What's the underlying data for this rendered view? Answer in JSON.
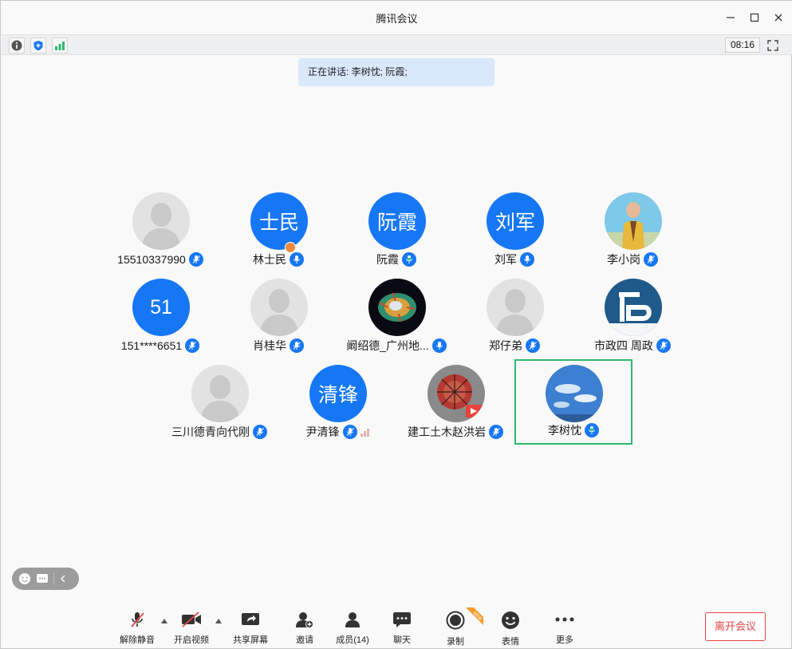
{
  "window": {
    "title": "腾讯会议",
    "minimize_glyph": "—",
    "maximize_glyph": "☐",
    "close_glyph": "✕"
  },
  "infobar": {
    "timer": "08:16",
    "icons": [
      "info-icon",
      "shield-icon",
      "signal-icon"
    ],
    "fullscreen_icon": "fullscreen-icon"
  },
  "speaking": {
    "text": "正在讲话: 李树忱; 阮霞;"
  },
  "participants": [
    {
      "name": "15510337990",
      "avatar": "default",
      "mic": "muted"
    },
    {
      "name": "林士民",
      "avatar": "text",
      "avatar_text": "士民",
      "mic": "muted",
      "host": true
    },
    {
      "name": "阮霞",
      "avatar": "text",
      "avatar_text": "阮霞",
      "mic": "active"
    },
    {
      "name": "刘军",
      "avatar": "text",
      "avatar_text": "刘军",
      "mic": "muted"
    },
    {
      "name": "李小岗",
      "avatar": "photo",
      "mic": "muted"
    },
    {
      "name": "151****6651",
      "avatar": "text",
      "avatar_text": "51",
      "mic": "muted"
    },
    {
      "name": "肖桂华",
      "avatar": "default",
      "mic": "muted"
    },
    {
      "name": "阚绍德_广州地...",
      "avatar": "photo",
      "mic": "muted"
    },
    {
      "name": "郑仔弟",
      "avatar": "default",
      "mic": "muted"
    },
    {
      "name": "市政四 周政",
      "avatar": "photo",
      "mic": "muted"
    },
    {
      "name": "三川德青向代刚",
      "avatar": "default",
      "mic": "muted"
    },
    {
      "name": "尹清锋",
      "avatar": "text",
      "avatar_text": "清锋",
      "mic": "muted",
      "signal": true
    },
    {
      "name": "建工土木赵洪岩",
      "avatar": "photo",
      "mic": "muted"
    },
    {
      "name": "李树忱",
      "avatar": "photo",
      "mic": "active",
      "active": true
    }
  ],
  "toolbar": {
    "unmute": "解除静音",
    "start_video": "开启视频",
    "share_screen": "共享屏幕",
    "invite": "邀请",
    "members": "成员(14)",
    "chat": "聊天",
    "record": "录制",
    "reactions": "表情",
    "more": "更多",
    "leave": "离开会议",
    "new_badge": "NEW"
  },
  "colors": {
    "accent": "#1677f5",
    "active_border": "#2fb86e",
    "leave": "#e54545",
    "speaking_bg": "#d9e8fb"
  }
}
